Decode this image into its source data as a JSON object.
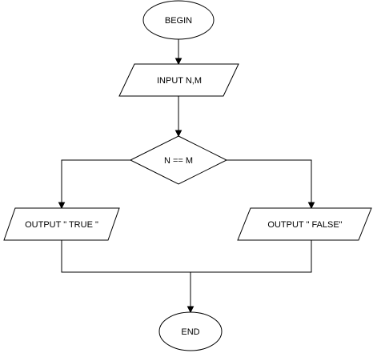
{
  "diagram": {
    "type": "flowchart",
    "nodes": {
      "begin": {
        "shape": "ellipse",
        "label": "BEGIN"
      },
      "input": {
        "shape": "parallelogram",
        "label": "INPUT N,M"
      },
      "decision": {
        "shape": "diamond",
        "label": "N == M"
      },
      "output_true": {
        "shape": "parallelogram",
        "label": "OUTPUT \" TRUE \""
      },
      "output_false": {
        "shape": "parallelogram",
        "label": "OUTPUT \" FALSE\""
      },
      "end": {
        "shape": "ellipse",
        "label": "END"
      }
    },
    "edges": [
      {
        "from": "begin",
        "to": "input"
      },
      {
        "from": "input",
        "to": "decision"
      },
      {
        "from": "decision",
        "to": "output_true"
      },
      {
        "from": "decision",
        "to": "output_false"
      },
      {
        "from": "output_true",
        "to": "end"
      },
      {
        "from": "output_false",
        "to": "end"
      }
    ],
    "colors": {
      "stroke": "#000000",
      "fill": "#ffffff",
      "text": "#000000"
    }
  }
}
